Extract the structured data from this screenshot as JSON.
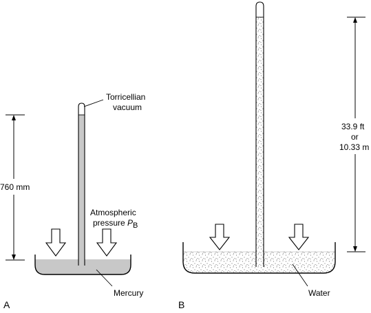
{
  "panels": {
    "a": {
      "letter": "A",
      "vacuum_label_line1": "Torricellian",
      "vacuum_label_line2": "vacuum",
      "height_label": "760 mm",
      "pressure_label_line1": "Atmospheric",
      "pressure_label_line2_prefix": "pressure ",
      "pressure_symbol": "P",
      "pressure_subscript": "B",
      "liquid_label": "Mercury"
    },
    "b": {
      "letter": "B",
      "height_label_line1": "33.9 ft",
      "height_label_line2": "or",
      "height_label_line3": "10.33 m",
      "liquid_label": "Water"
    }
  },
  "colors": {
    "ink": "#000000",
    "mercury_fill": "#c8c8c8",
    "water_fill": "#ffffff",
    "water_speckle": "#444444"
  },
  "icons": [
    "down-arrow-icon",
    "dimension-arrow-icon"
  ]
}
